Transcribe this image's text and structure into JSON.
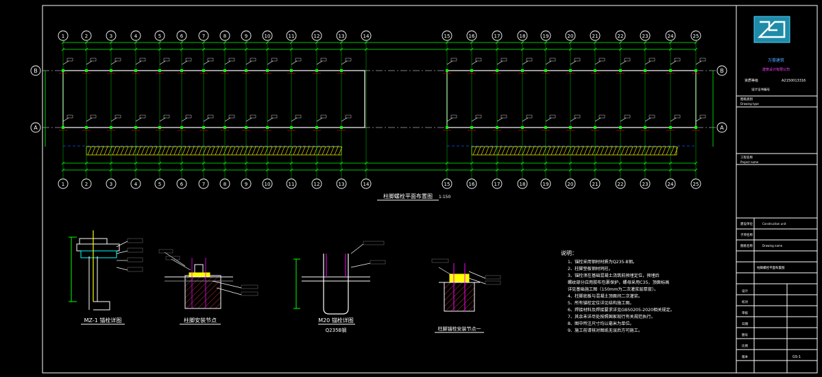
{
  "plan": {
    "columns_top_left": [
      "1",
      "2",
      "3",
      "4",
      "5",
      "6",
      "7",
      "8",
      "9",
      "10",
      "11",
      "12",
      "13",
      "14"
    ],
    "columns_top_right": [
      "15",
      "16",
      "17",
      "18",
      "19",
      "20",
      "21",
      "22",
      "23",
      "24",
      "25"
    ],
    "rows": [
      "B",
      "A"
    ],
    "title": "柱脚螺栓平面布置图",
    "scale": "1:150"
  },
  "details": [
    {
      "label": "MZ-1 锚栓详图"
    },
    {
      "label": "柱脚安装节点"
    },
    {
      "label": "M20 锚栓详图"
    },
    {
      "sublabel": "Q235B钢"
    },
    {
      "label": "柱脚锚栓安装节点一"
    }
  ],
  "notes": {
    "title": "说明：",
    "items": [
      "1、锚栓采用钢材材质为Q235-B钢。",
      "2、柱脚垫板钢材同柱。",
      "3、锚栓须在基础混凝土浇筑前预埋定位，预埋后",
      "   螺纹部分应用胶布包裹保护，螺母采用C35，顶面标高",
      "   详见基础施工图（150mm为二次灌浆层厚度）。",
      "4、柱脚底板与混凝土顶面间二次灌浆。",
      "5、所有锚栓定位详见结构施工图。",
      "6、焊接材料及焊接要求详见GB50205-2020相关规定。",
      "7、其余未详尽处按照国家现行有关规范执行。",
      "8、图中所注尺寸均以毫米为单位。",
      "9、施工前请核对图纸无误后方可施工。"
    ]
  },
  "titleblock": {
    "company": "万豪建筑",
    "design_unit": "建筑设计有限公司",
    "cert_label": "资质等级",
    "cert_no": "A2150013316",
    "row3": "设计证书编号",
    "drawing_type_label": "图纸类别",
    "drawing_type": "Drawing type",
    "project_label": "工程名称",
    "project_en": "Project name",
    "sub_project_label": "子项名称",
    "construction_label": "建设单位",
    "construction_en": "Construction unit",
    "drawing_name_label": "图纸名称",
    "drawing_name_en": "Drawing name",
    "drawing_title": "柱脚螺栓平面布置图",
    "drawing_no": "GS-1",
    "fields": [
      "设计",
      "校对",
      "审核",
      "日期",
      "图号",
      "比例",
      "版本"
    ]
  },
  "colors": {
    "bg": "#000000",
    "line": "#00ff00",
    "white": "#ffffff",
    "blue": "#0060ff",
    "cyan": "#00ffff",
    "yellow": "#ffff00",
    "red": "#ff0000",
    "magenta": "#ff00ff"
  }
}
